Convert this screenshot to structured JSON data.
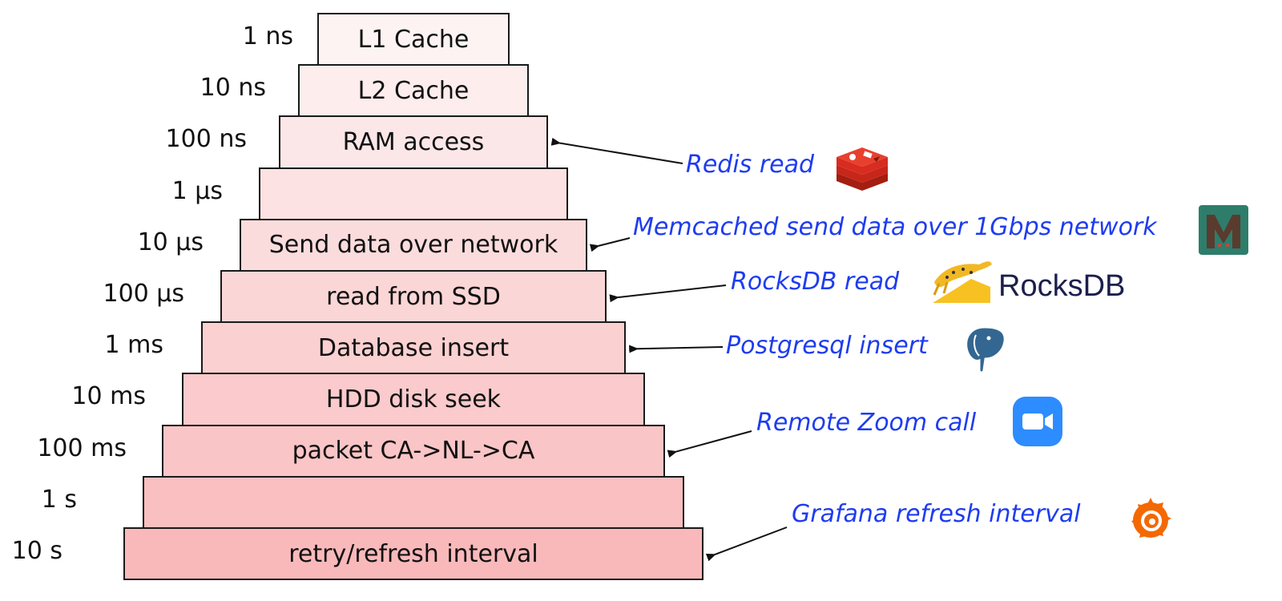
{
  "tiers": [
    {
      "latency": "1 ns",
      "label": "L1 Cache"
    },
    {
      "latency": "10 ns",
      "label": "L2 Cache"
    },
    {
      "latency": "100 ns",
      "label": "RAM access"
    },
    {
      "latency": "1 µs",
      "label": ""
    },
    {
      "latency": "10 µs",
      "label": "Send data over network"
    },
    {
      "latency": "100 µs",
      "label": "read from SSD"
    },
    {
      "latency": "1 ms",
      "label": "Database insert"
    },
    {
      "latency": "10 ms",
      "label": "HDD disk seek"
    },
    {
      "latency": "100 ms",
      "label": "packet CA->NL->CA"
    },
    {
      "latency": "1 s",
      "label": ""
    },
    {
      "latency": "10 s",
      "label": "retry/refresh interval"
    }
  ],
  "annotations": [
    {
      "text": "Redis read",
      "tier": 2,
      "icon": "redis-icon"
    },
    {
      "text": "Memcached send data over 1Gbps network",
      "tier": 4,
      "icon": "memcached-icon"
    },
    {
      "text": "RocksDB read",
      "tier": 5,
      "icon": "rocksdb-icon",
      "brand": "RocksDB"
    },
    {
      "text": "Postgresql insert",
      "tier": 6,
      "icon": "postgresql-icon"
    },
    {
      "text": "Remote Zoom call",
      "tier": 8,
      "icon": "zoom-icon"
    },
    {
      "text": "Grafana refresh interval",
      "tier": 10,
      "icon": "grafana-icon"
    }
  ],
  "colors": {
    "tier_top": "#fdf3f3",
    "tier_bottom": "#f9b9bb",
    "border": "#1a1a1a",
    "annotation": "#1e3cf0",
    "arrow": "#111111",
    "redis": "#d82c20",
    "memcached": "#2e7d6b",
    "rocksdb_cheetah": "#f7c221",
    "postgresql": "#336791",
    "zoom": "#2d8cff",
    "grafana": "#f46800"
  }
}
